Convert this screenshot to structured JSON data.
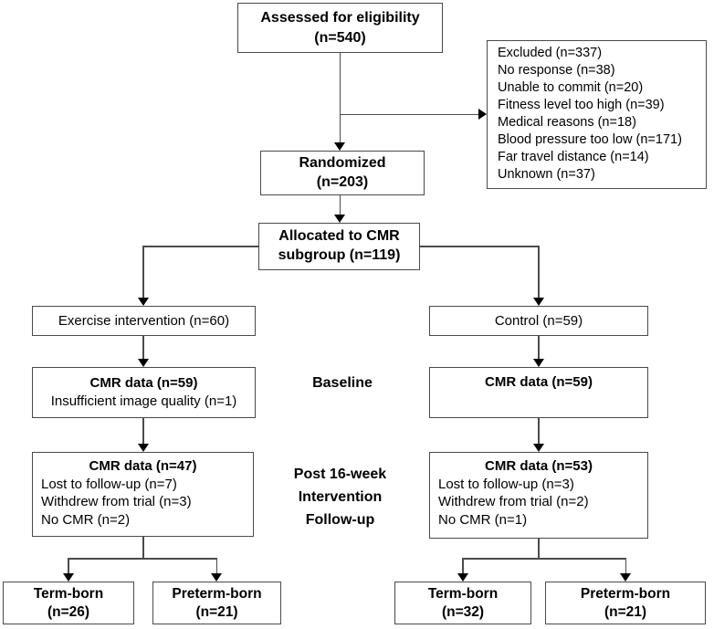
{
  "diagram": {
    "assessed": {
      "title": "Assessed for eligibility",
      "n": "(n=540)"
    },
    "excluded": {
      "lines": [
        "Excluded (n=337)",
        "No response (n=38)",
        "Unable to commit (n=20)",
        "Fitness level too high (n=39)",
        "Medical reasons (n=18)",
        "Blood pressure too low (n=171)",
        "Far travel distance (n=14)",
        "Unknown (n=37)"
      ]
    },
    "randomized": {
      "title": "Randomized",
      "n": "(n=203)"
    },
    "allocated": {
      "title": "Allocated to CMR",
      "n": "subgroup (n=119)"
    },
    "arms": {
      "exercise": "Exercise intervention (n=60)",
      "control": "Control (n=59)"
    },
    "stage_labels": {
      "baseline": "Baseline",
      "post": [
        "Post 16-week",
        "Intervention",
        "Follow-up"
      ]
    },
    "baseline": {
      "exercise": {
        "title": "CMR data (n=59)",
        "lines": [
          "Insufficient image quality (n=1)"
        ]
      },
      "control": {
        "title": "CMR data (n=59)"
      }
    },
    "post": {
      "exercise": {
        "title": "CMR data (n=47)",
        "lines": [
          "Lost to follow-up (n=7)",
          "Withdrew from trial (n=3)",
          "No CMR (n=2)"
        ]
      },
      "control": {
        "title": "CMR data (n=53)",
        "lines": [
          "Lost to follow-up (n=3)",
          "Withdrew from trial (n=2)",
          "No CMR (n=1)"
        ]
      }
    },
    "outcomes": {
      "exercise_term": {
        "title": "Term-born",
        "n": "(n=26)"
      },
      "exercise_preterm": {
        "title": "Preterm-born",
        "n": "(n=21)"
      },
      "control_term": {
        "title": "Term-born",
        "n": "(n=32)"
      },
      "control_preterm": {
        "title": "Preterm-born",
        "n": "(n=21)"
      }
    },
    "colors": {
      "border": "#4a4a4a",
      "line": "#4a4a4a",
      "arrowhead": "#000000",
      "text": "#000000",
      "background": "#ffffff"
    }
  }
}
